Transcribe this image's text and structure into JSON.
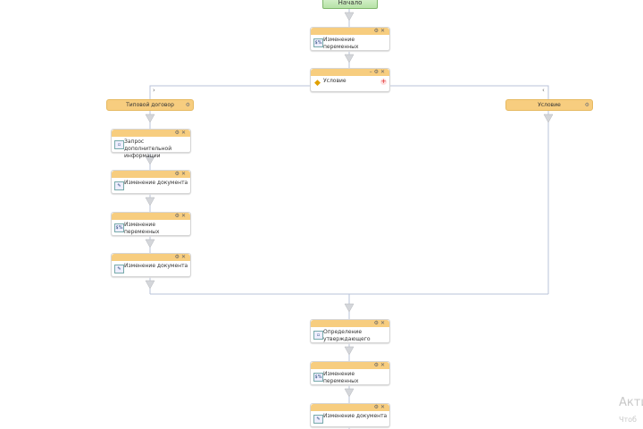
{
  "start": "Начало",
  "colors": {
    "header": "#f7cd7f",
    "start": "#b6e2a6",
    "line": "#aab8d4"
  },
  "nodes": {
    "var1": "Изменение переменных",
    "cond": "Условие",
    "left_branch": "Типовой договор",
    "right_branch": "Условие",
    "l1": "Запрос дополнительной информации",
    "l2": "Изменение документа",
    "l3": "Изменение переменных",
    "l4": "Изменение документа",
    "c1": "Определение утверждающего",
    "c2": "Изменение переменных",
    "c3": "Изменение документа"
  },
  "watermark": {
    "line1": "Акти",
    "line2": "Чтоб"
  }
}
